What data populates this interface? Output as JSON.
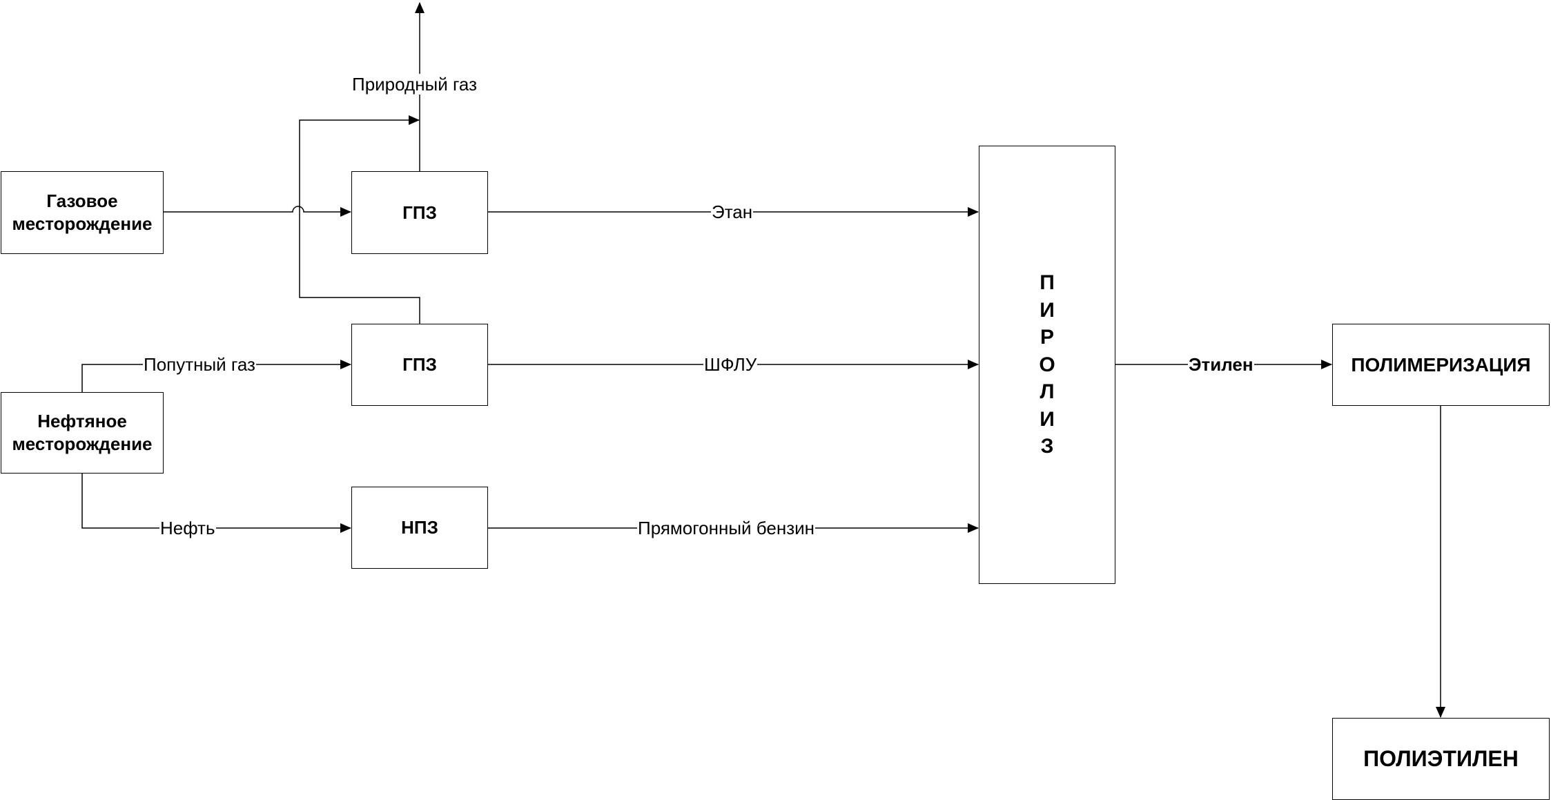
{
  "nodes": {
    "gas_field": "Газовое\nместорождение",
    "oil_field": "Нефтяное\nместорождение",
    "gpz_top": "ГПЗ",
    "gpz_mid": "ГПЗ",
    "npz": "НПЗ",
    "pyrolysis": [
      "П",
      "И",
      "Р",
      "О",
      "Л",
      "И",
      "З"
    ],
    "polymerization": "ПОЛИМЕРИЗАЦИЯ",
    "polyethylene": "ПОЛИЭТИЛЕН"
  },
  "edges": {
    "natural_gas": "Природный газ",
    "ethane": "Этан",
    "associated_gas": "Попутный газ",
    "ngl": "ШФЛУ",
    "oil": "Нефть",
    "naphtha": "Прямогонный бензин",
    "ethylene": "Этилен"
  }
}
